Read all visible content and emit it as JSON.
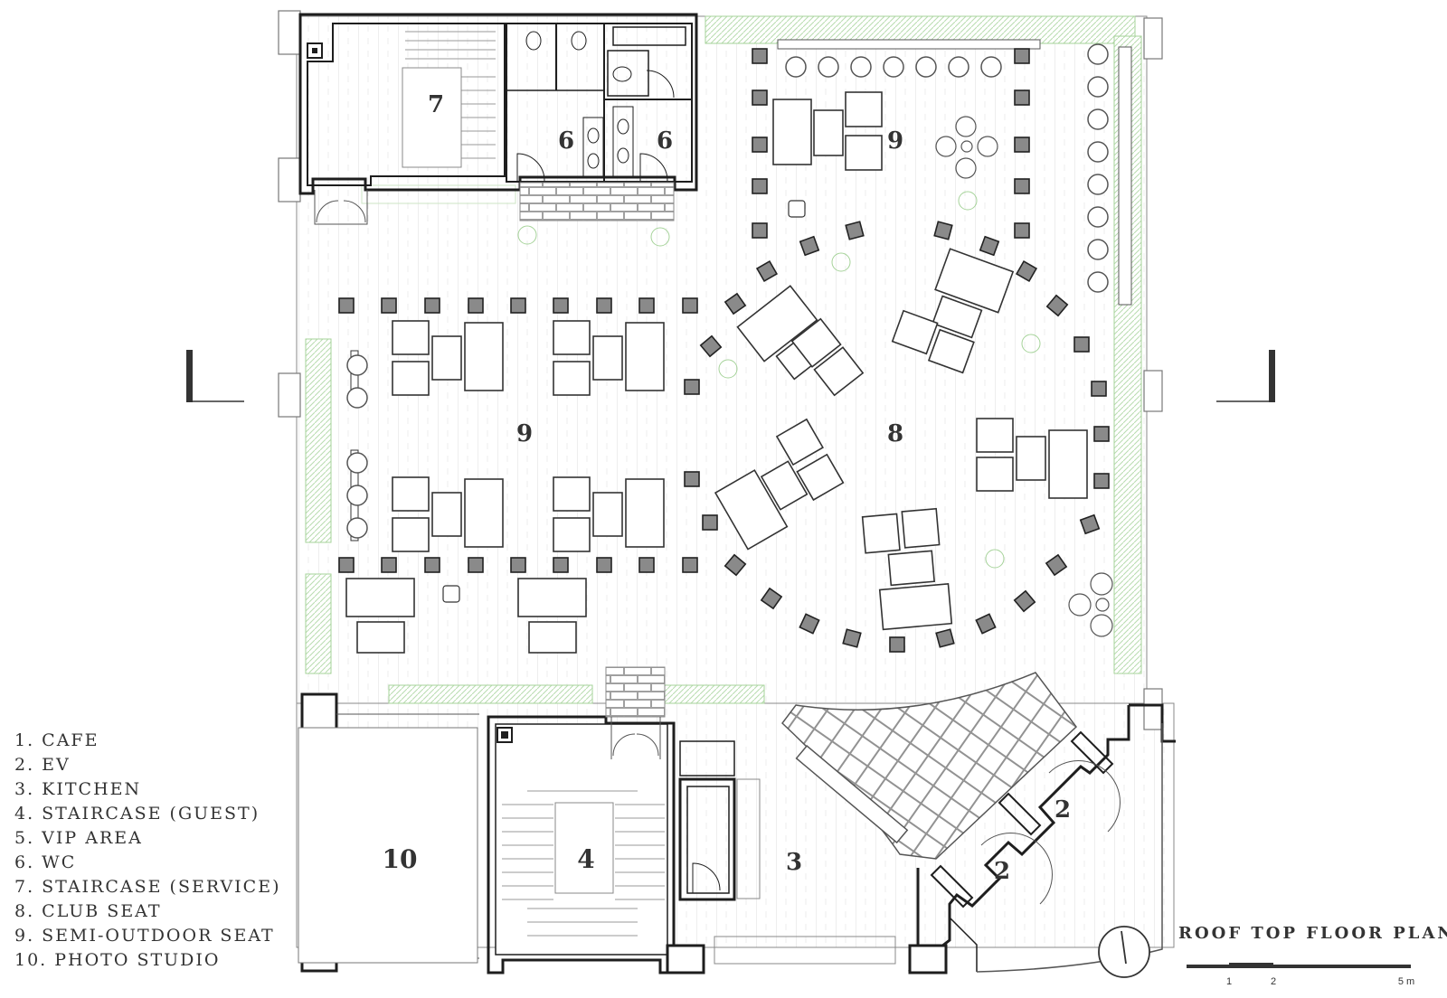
{
  "rooms": [
    {
      "num": "7"
    },
    {
      "num": "6"
    },
    {
      "num": "6"
    },
    {
      "num": "9"
    },
    {
      "num": "9"
    },
    {
      "num": "8"
    },
    {
      "num": "10"
    },
    {
      "num": "4"
    },
    {
      "num": "3"
    },
    {
      "num": "2"
    },
    {
      "num": "2"
    }
  ],
  "legend": [
    "1. CAFE",
    "2. EV",
    "3. KITCHEN",
    "4. STAIRCASE (GUEST)",
    "5. VIP AREA",
    "6. WC",
    "7. STAIRCASE (SERVICE)",
    "8. CLUB SEAT",
    "9. SEMI-OUTDOOR SEAT",
    "10. PHOTO STUDIO"
  ],
  "title": "ROOF TOP FLOOR PLAN",
  "scale_bar": {
    "ticks": [
      "1",
      "2",
      "5 m"
    ]
  },
  "colors": {
    "wall": "#1e1e1e",
    "line": "#555555",
    "greenery": "#9ccc8c",
    "floor": "#d6d6d6"
  },
  "icons": [
    "north-arrow-icon",
    "section-marker-icon"
  ]
}
